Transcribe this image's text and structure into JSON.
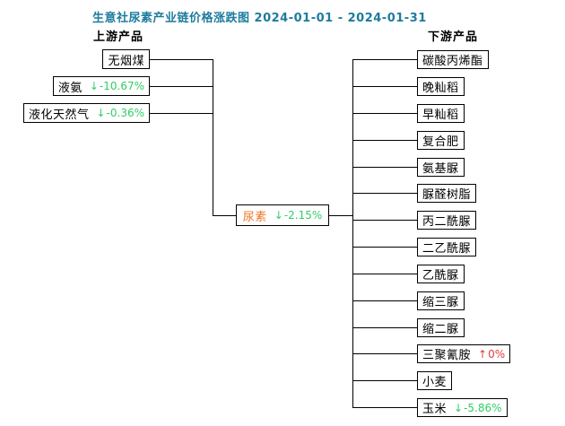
{
  "title": "生意社尿素产业链价格涨跌图 2024-01-01 - 2024-01-31",
  "columns": {
    "upstream_label": "上游产品",
    "downstream_label": "下游产品"
  },
  "colors": {
    "title": "#1e7b9e",
    "up": "#e03c3c",
    "down": "#33cc66",
    "center_label": "#ee7621",
    "node_text": "#000000",
    "line": "#000000"
  },
  "arrows": {
    "up": "↑",
    "down": "↓"
  },
  "center": {
    "label": "尿素",
    "change": "-2.15%",
    "direction": "down"
  },
  "upstream": [
    {
      "label": "无烟煤",
      "change": null,
      "direction": null
    },
    {
      "label": "液氨",
      "change": "-10.67%",
      "direction": "down"
    },
    {
      "label": "液化天然气",
      "change": "-0.36%",
      "direction": "down"
    }
  ],
  "downstream": [
    {
      "label": "碳酸丙烯酯",
      "change": null,
      "direction": null
    },
    {
      "label": "晚籼稻",
      "change": null,
      "direction": null
    },
    {
      "label": "早籼稻",
      "change": null,
      "direction": null
    },
    {
      "label": "复合肥",
      "change": null,
      "direction": null
    },
    {
      "label": "氨基脲",
      "change": null,
      "direction": null
    },
    {
      "label": "脲醛树脂",
      "change": null,
      "direction": null
    },
    {
      "label": "丙二酰脲",
      "change": null,
      "direction": null
    },
    {
      "label": "二乙酰脲",
      "change": null,
      "direction": null
    },
    {
      "label": "乙酰脲",
      "change": null,
      "direction": null
    },
    {
      "label": "缩三脲",
      "change": null,
      "direction": null
    },
    {
      "label": "缩二脲",
      "change": null,
      "direction": null
    },
    {
      "label": "三聚氰胺",
      "change": "0%",
      "direction": "up"
    },
    {
      "label": "小麦",
      "change": null,
      "direction": null
    },
    {
      "label": "玉米",
      "change": "-5.86%",
      "direction": "down"
    }
  ]
}
